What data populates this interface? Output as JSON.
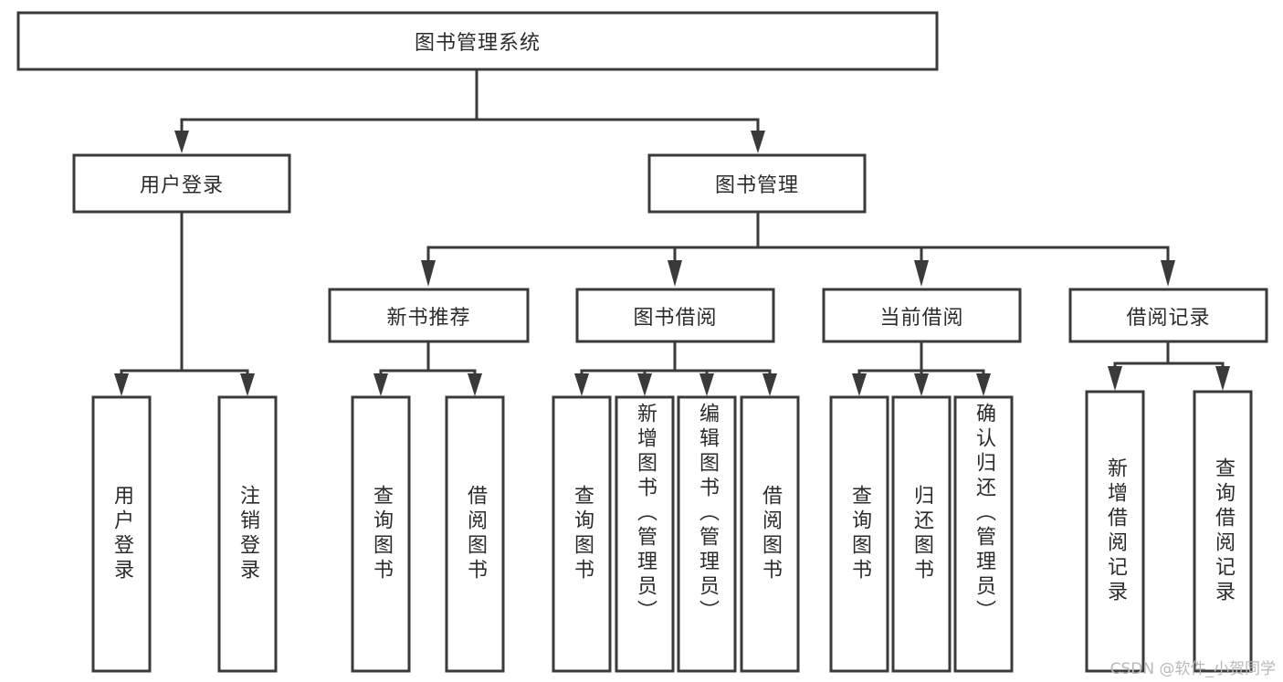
{
  "diagram": {
    "type": "tree-hierarchy",
    "title": "图书管理系统",
    "watermark": "CSDN @软件_小贺同学",
    "colors": {
      "box_stroke": "#3a3a3a",
      "box_fill": "#ffffff",
      "text": "#2b2b2b",
      "background": "#ffffff",
      "watermark": "#b9b9b9"
    },
    "nodes": {
      "root": {
        "label": "图书管理系统",
        "level": 1,
        "orientation": "horizontal"
      },
      "n2_1": {
        "label": "用户登录",
        "level": 2,
        "orientation": "horizontal"
      },
      "n2_2": {
        "label": "图书管理",
        "level": 2,
        "orientation": "horizontal"
      },
      "n3_1": {
        "label": "新书推荐",
        "level": 3,
        "orientation": "horizontal"
      },
      "n3_2": {
        "label": "图书借阅",
        "level": 3,
        "orientation": "horizontal"
      },
      "n3_3": {
        "label": "当前借阅",
        "level": 3,
        "orientation": "horizontal"
      },
      "n3_4": {
        "label": "借阅记录",
        "level": 3,
        "orientation": "horizontal"
      },
      "l1": {
        "label": "用户登录",
        "level": 4,
        "orientation": "vertical"
      },
      "l2": {
        "label": "注销登录",
        "level": 4,
        "orientation": "vertical"
      },
      "l3": {
        "label": "查询图书",
        "level": 4,
        "orientation": "vertical"
      },
      "l4": {
        "label": "借阅图书",
        "level": 4,
        "orientation": "vertical"
      },
      "l5": {
        "label": "查询图书",
        "level": 4,
        "orientation": "vertical"
      },
      "l6": {
        "label": "新增图书（管理员）",
        "level": 4,
        "orientation": "vertical"
      },
      "l7": {
        "label": "编辑图书（管理员）",
        "level": 4,
        "orientation": "vertical"
      },
      "l8": {
        "label": "借阅图书",
        "level": 4,
        "orientation": "vertical"
      },
      "l9": {
        "label": "查询图书",
        "level": 4,
        "orientation": "vertical"
      },
      "l10": {
        "label": "归还图书",
        "level": 4,
        "orientation": "vertical"
      },
      "l11": {
        "label": "确认归还（管理员）",
        "level": 4,
        "orientation": "vertical"
      },
      "l12": {
        "label": "新增借阅记录",
        "level": 4,
        "orientation": "vertical"
      },
      "l13": {
        "label": "查询借阅记录",
        "level": 4,
        "orientation": "vertical"
      }
    },
    "edges": [
      {
        "from": "root",
        "to": "n2_1"
      },
      {
        "from": "root",
        "to": "n2_2"
      },
      {
        "from": "n2_2",
        "to": "n3_1"
      },
      {
        "from": "n2_2",
        "to": "n3_2"
      },
      {
        "from": "n2_2",
        "to": "n3_3"
      },
      {
        "from": "n2_2",
        "to": "n3_4"
      },
      {
        "from": "n2_1",
        "to": "l1"
      },
      {
        "from": "n2_1",
        "to": "l2"
      },
      {
        "from": "n3_1",
        "to": "l3"
      },
      {
        "from": "n3_1",
        "to": "l4"
      },
      {
        "from": "n3_2",
        "to": "l5"
      },
      {
        "from": "n3_2",
        "to": "l6"
      },
      {
        "from": "n3_2",
        "to": "l7"
      },
      {
        "from": "n3_2",
        "to": "l8"
      },
      {
        "from": "n3_3",
        "to": "l9"
      },
      {
        "from": "n3_3",
        "to": "l10"
      },
      {
        "from": "n3_3",
        "to": "l11"
      },
      {
        "from": "n3_4",
        "to": "l12"
      },
      {
        "from": "n3_4",
        "to": "l13"
      }
    ]
  }
}
